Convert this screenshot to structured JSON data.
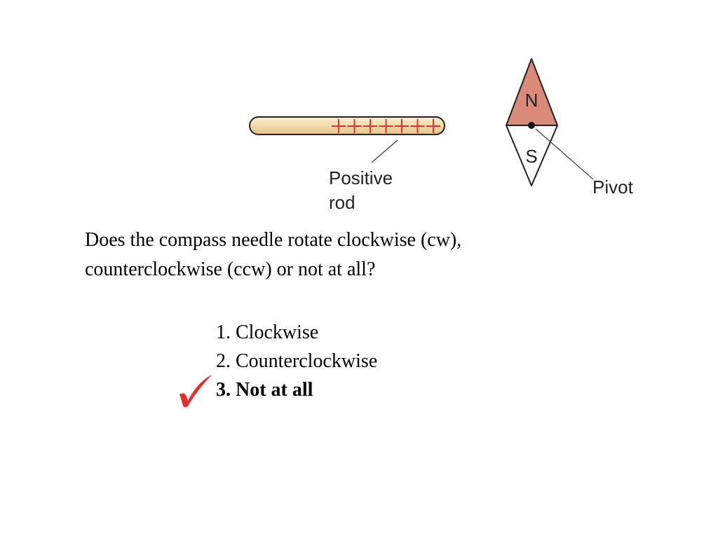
{
  "figure": {
    "rod_label_line1": "Positive",
    "rod_label_line2": "rod",
    "pivot_label": "Pivot",
    "north_label": "N",
    "south_label": "S",
    "plus_sign_count": 7,
    "colors": {
      "rod_fill": "#f2d9a8",
      "needle_north": "#d98a78",
      "needle_south": "#ffffff",
      "plus_signs": "#e0303a",
      "checkmark": "#e03030"
    }
  },
  "question": {
    "line1": "Does the compass needle rotate clockwise (cw),",
    "line2": "counterclockwise (ccw) or not at all?"
  },
  "options": [
    {
      "label": "1. Clockwise",
      "selected": false
    },
    {
      "label": "2. Counterclockwise",
      "selected": false
    },
    {
      "label": "3. Not at all",
      "selected": true
    }
  ]
}
